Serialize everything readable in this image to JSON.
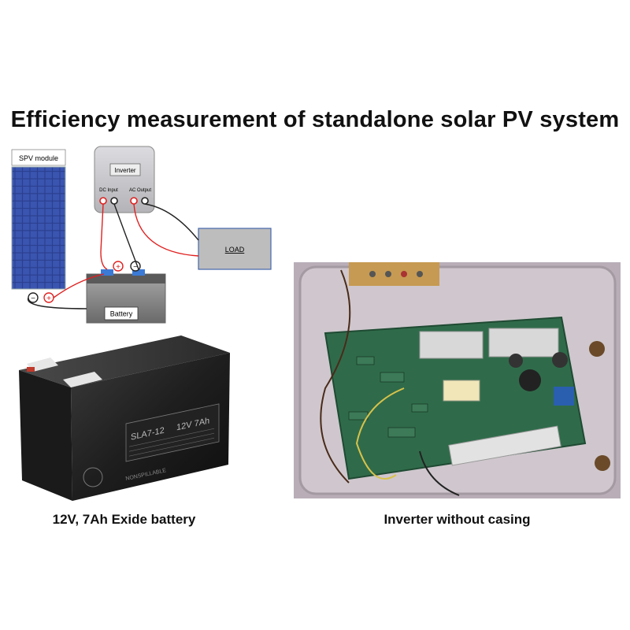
{
  "title": "Efficiency measurement of standalone solar PV system",
  "diagram": {
    "spv_module_label": "SPV module",
    "inverter_label": "Inverter",
    "dc_input_label": "DC Input",
    "ac_output_label": "AC Output",
    "load_label": "LOAD",
    "battery_label": "Battery",
    "plus_symbol": "+",
    "minus_symbol": "−"
  },
  "battery_photo": {
    "caption": "12V, 7Ah Exide battery",
    "model_text": "SLA7-12",
    "rating_text": "12V 7Ah",
    "nonspillable_text": "NONSPILLABLE"
  },
  "inverter_photo": {
    "caption": "Inverter without casing"
  },
  "colors": {
    "positive_wire": "#e02020",
    "negative_wire": "#222222",
    "inverter_box": "#c8c8cc",
    "load_box": "#bcbcbc",
    "pcb_green": "#2f6b4a"
  }
}
